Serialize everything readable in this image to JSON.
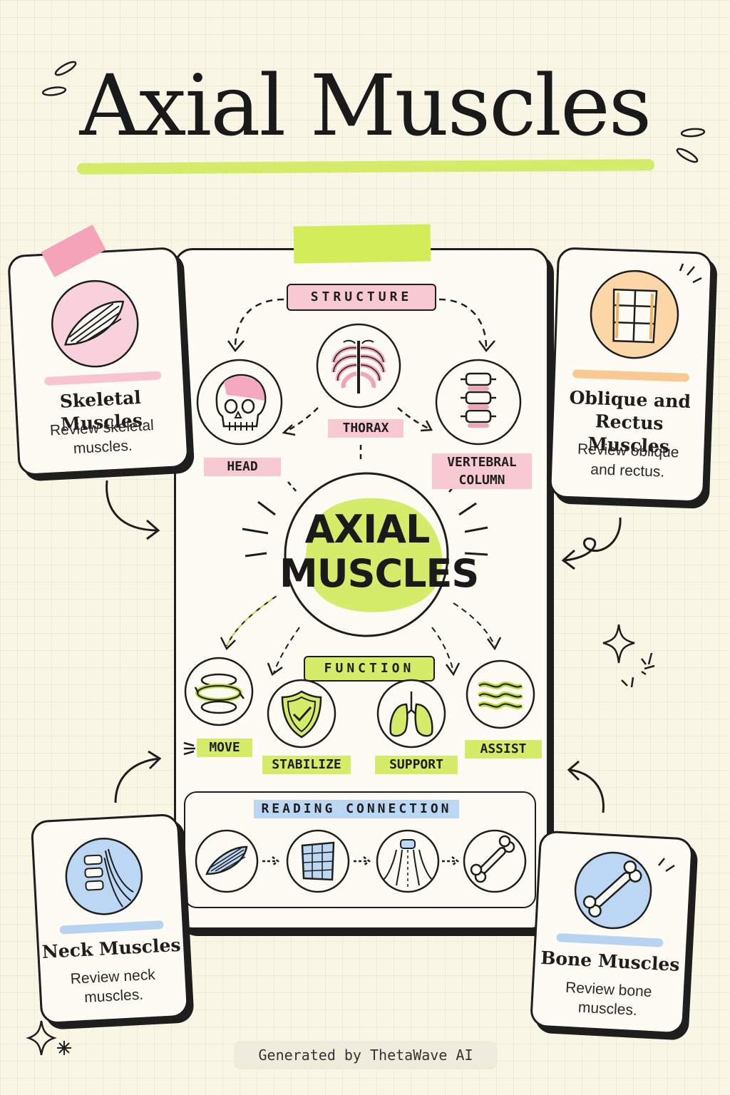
{
  "title": "Axial Muscles",
  "center": {
    "line1": "AXIAL",
    "line2": "MUSCLES"
  },
  "structure": {
    "header": "STRUCTURE",
    "head": "HEAD",
    "thorax": "THORAX",
    "vertebral_line1": "VERTEBRAL",
    "vertebral_line2": "COLUMN"
  },
  "function": {
    "header": "FUNCTION",
    "move": "MOVE",
    "stabilize": "STABILIZE",
    "support": "SUPPORT",
    "assist": "ASSIST"
  },
  "reading": {
    "header": "READING CONNECTION"
  },
  "cards": {
    "skeletal": {
      "title": "Skeletal Muscles",
      "sub1": "Review skeletal",
      "sub2": "muscles."
    },
    "oblique": {
      "title1": "Oblique and",
      "title2": "Rectus Muscles",
      "sub1": "Review oblique",
      "sub2": "and rectus."
    },
    "neck": {
      "title": "Neck Muscles",
      "sub1": "Review neck",
      "sub2": "muscles."
    },
    "bone": {
      "title": "Bone Muscles",
      "sub1": "Review bone",
      "sub2": "muscles."
    }
  },
  "footer": "Generated by ThetaWave AI",
  "colors": {
    "lime": "#d4ec6a",
    "pink": "#f6c9d3",
    "blue": "#bcd7f4",
    "peach": "#fbd7a8",
    "ink": "#1e1e1e"
  }
}
